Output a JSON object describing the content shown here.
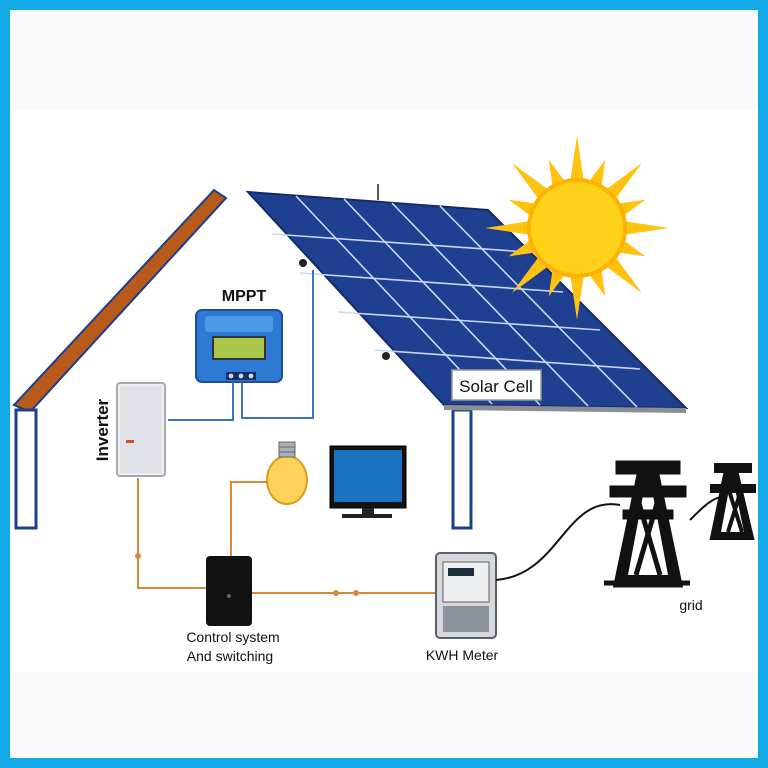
{
  "diagram": {
    "labels": {
      "mppt": "MPPT",
      "inverter": "Inverter",
      "solar_cell": "Solar Cell",
      "control_line1": "Control system",
      "control_line2": "And switching",
      "kwh_meter": "KWH Meter",
      "grid": "grid"
    },
    "colors": {
      "frame": "#12a9e6",
      "roof_left": "#b85a1a",
      "wall_outline": "#1b3f8a",
      "panel_blue": "#1f3f91",
      "panel_grid": "#c9d7f5",
      "dc_wire": "#3b72c8",
      "ac_wire": "#d9893a",
      "sun": "#ffd21a",
      "mppt_body": "#2d79d4",
      "lcd": "#a9c74a"
    },
    "icons": [
      "sun-icon",
      "solar-panel-icon",
      "mppt-charger-icon",
      "inverter-icon",
      "light-bulb-icon",
      "monitor-icon",
      "control-box-icon",
      "kwh-meter-icon",
      "transmission-tower-icon"
    ]
  }
}
